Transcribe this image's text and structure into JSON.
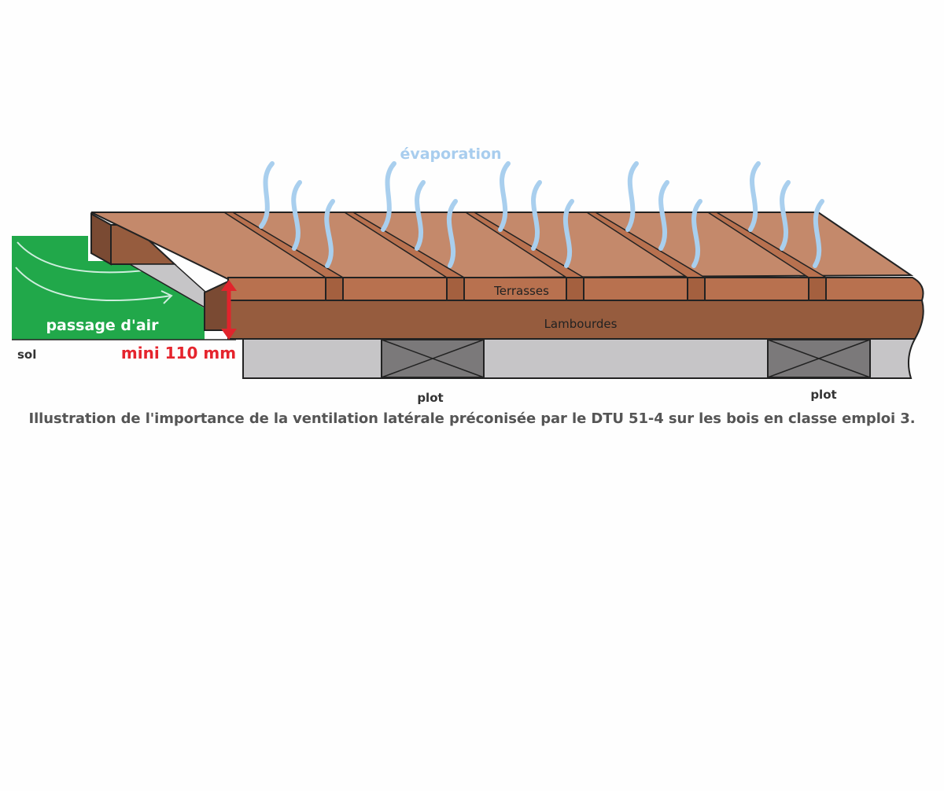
{
  "labels": {
    "evaporation": "évaporation",
    "terrasses": "Terrasses",
    "lambourdes": "Lambourdes",
    "passage_air": "passage d'air",
    "sol": "sol",
    "hauteur": "mini 110 mm",
    "plot_left": "plot",
    "plot_right": "plot"
  },
  "caption": "Illustration de l'importance de la ventilation latérale préconisée par le DTU 51-4 sur les bois en classe emploi 3.",
  "colors": {
    "board_top": "#c4896b",
    "board_front": "#b8714f",
    "joist_front": "#965c3e",
    "joist_dark": "#7a4a33",
    "grass": "#21a84a",
    "concrete": "#c6c5c7",
    "plot": "#7b797a",
    "steam": "#a9cfee",
    "arrow": "#e0242c",
    "evap_text": "#a8cdee",
    "hauteur_text": "#e5242d"
  }
}
